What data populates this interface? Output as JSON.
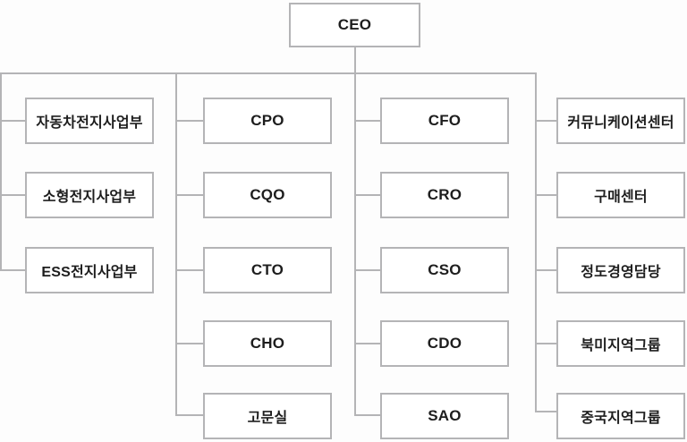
{
  "org_chart": {
    "root": {
      "label": "CEO"
    },
    "columns": [
      {
        "items": [
          {
            "label": "자동차전지사업부"
          },
          {
            "label": "소형전지사업부"
          },
          {
            "label": "ESS전지사업부"
          }
        ]
      },
      {
        "items": [
          {
            "label": "CPO"
          },
          {
            "label": "CQO"
          },
          {
            "label": "CTO"
          },
          {
            "label": "CHO"
          },
          {
            "label": "고문실"
          }
        ]
      },
      {
        "items": [
          {
            "label": "CFO"
          },
          {
            "label": "CRO"
          },
          {
            "label": "CSO"
          },
          {
            "label": "CDO"
          },
          {
            "label": "SAO"
          }
        ]
      },
      {
        "items": [
          {
            "label": "커뮤니케이션센터"
          },
          {
            "label": "구매센터"
          },
          {
            "label": "정도경영담당"
          },
          {
            "label": "북미지역그룹"
          },
          {
            "label": "중국지역그룹"
          }
        ]
      }
    ]
  },
  "colors": {
    "line": "#b4b4b6",
    "text": "#1d1d1d",
    "background": "#fdfdfd",
    "box_background": "#ffffff"
  }
}
